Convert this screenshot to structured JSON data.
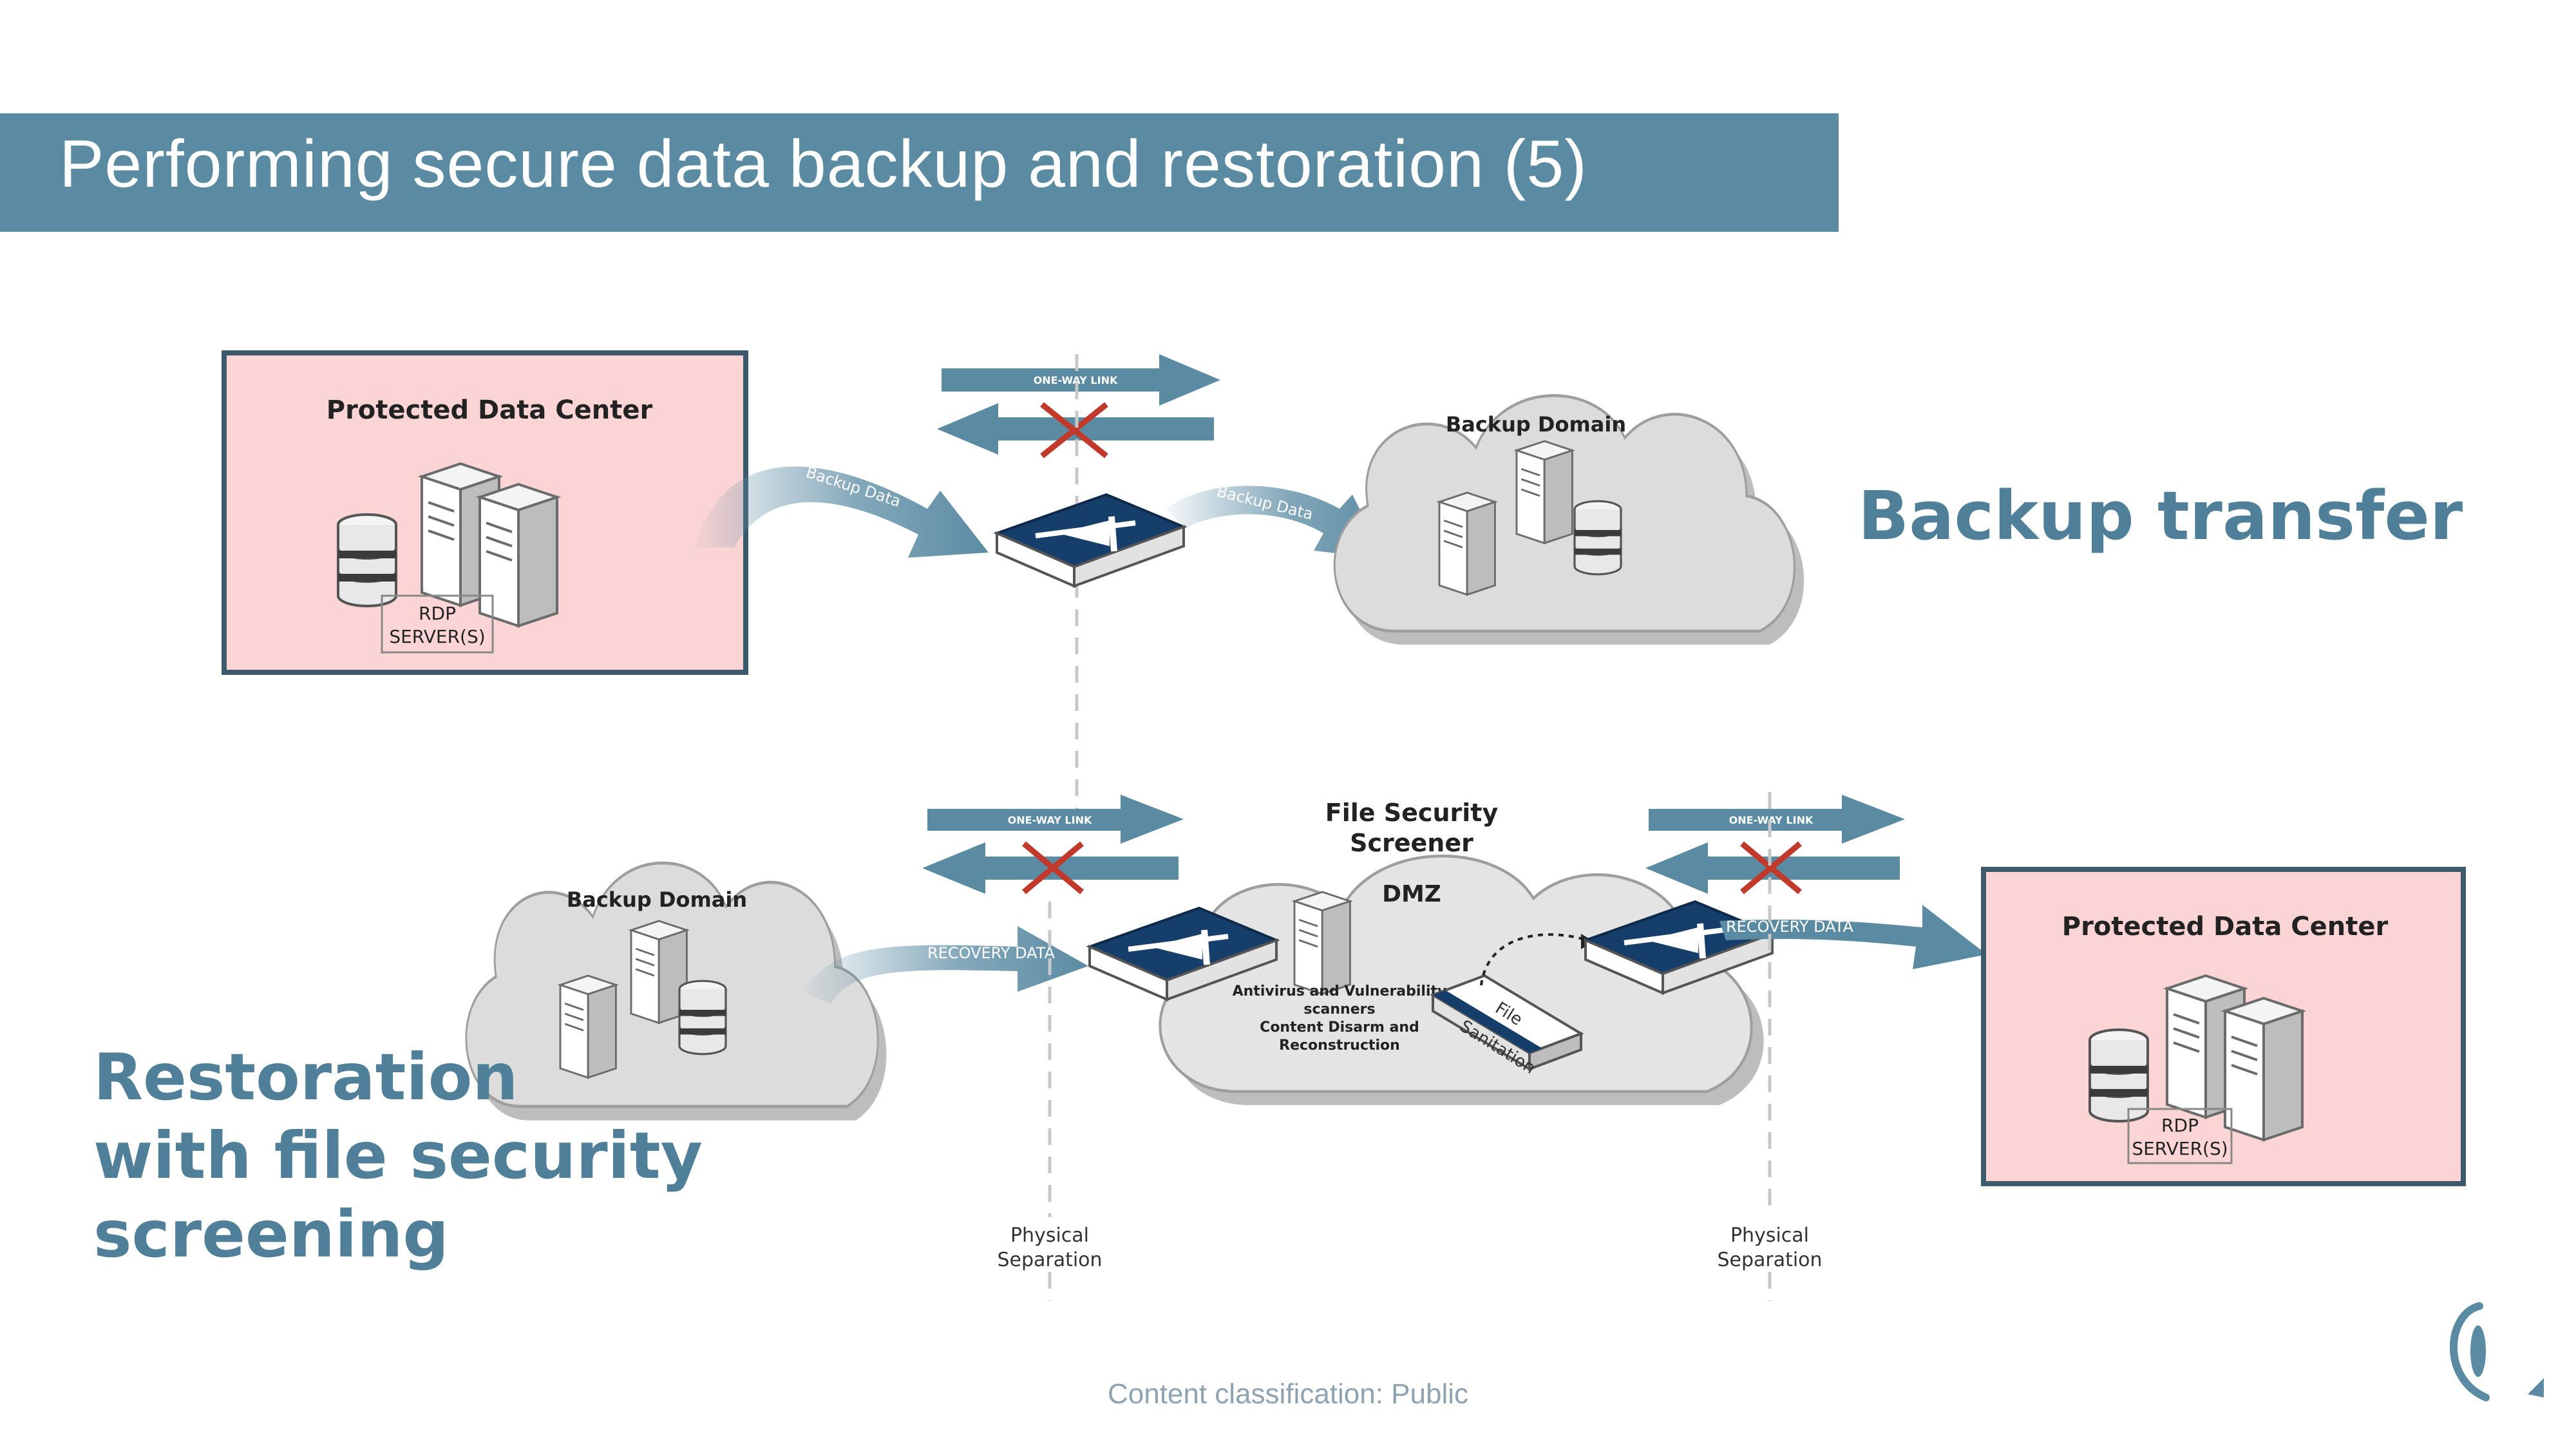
{
  "slide": {
    "title": "Performing secure data backup and restoration (5)",
    "backup_label": "Backup transfer",
    "restore_label_lines": [
      "Restoration",
      "with file security",
      "screening"
    ],
    "footer": "Content classification: Public"
  },
  "top_flow": {
    "data_center_title": "Protected Data Center",
    "rdp_line1": "RDP",
    "rdp_line2": "SERVER(S)",
    "link_label": "ONE-WAY LINK",
    "arrow_label_1": "Backup Data",
    "arrow_label_2": "Backup Data",
    "backup_domain_title": "Backup Domain"
  },
  "bottom_flow": {
    "backup_domain_title": "Backup Domain",
    "link_label_left": "ONE-WAY LINK",
    "link_label_right": "ONE-WAY LINK",
    "recovery_label_1": "RECOVERY DATA",
    "recovery_label_2": "RECOVERY DATA",
    "screener_title_line1": "File Security",
    "screener_title_line2": "Screener",
    "dmz_label": "DMZ",
    "scanner_line1": "Antivirus and Vulnerability",
    "scanner_line2": "scanners",
    "scanner_line3": "Content Disarm and",
    "scanner_line4": "Reconstruction",
    "sanitation_line1": "File",
    "sanitation_line2": "Sanitation",
    "physical_sep_left_1": "Physical",
    "physical_sep_left_2": "Separation",
    "physical_sep_right_1": "Physical",
    "physical_sep_right_2": "Separation",
    "data_center_title": "Protected Data Center",
    "rdp_line1": "RDP",
    "rdp_line2": "SERVER(S)"
  },
  "colors": {
    "title_bar": "#5b8ba3",
    "accent_text": "#4f7f99",
    "data_center_fill": "#fbd5d5",
    "arrow": "#5b8ba3",
    "diode": "#163e6b",
    "cross": "#c0392b",
    "cloud": "#d3d3d3"
  },
  "icons": [
    "server-icon",
    "database-icon",
    "data-diode-icon",
    "cloud-icon",
    "cross-icon",
    "logo-icon"
  ]
}
